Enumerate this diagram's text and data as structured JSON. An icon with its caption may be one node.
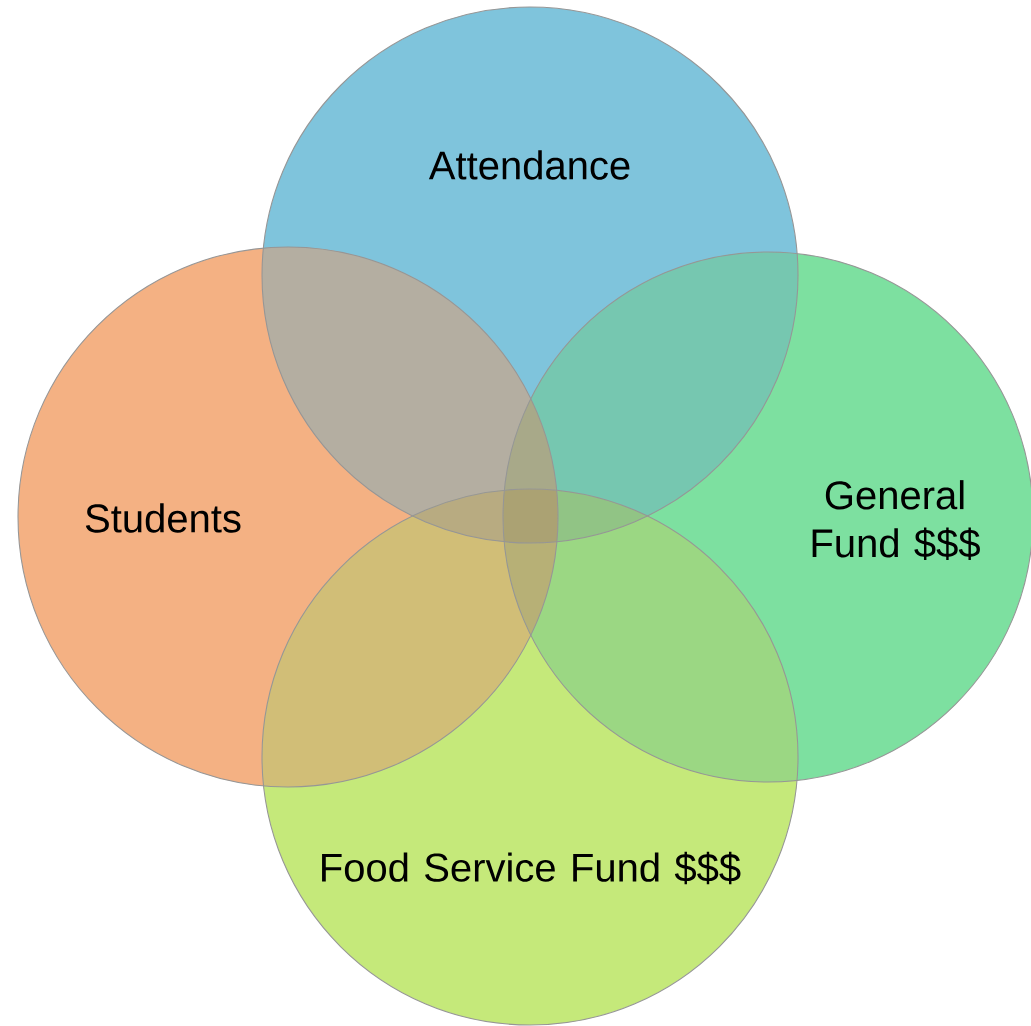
{
  "diagram": {
    "nodes": [
      {
        "text": [
          "Attendance"
        ]
      },
      {
        "text": [
          "Students"
        ]
      },
      {
        "text": [
          "General Fund $$$"
        ]
      },
      {
        "text": [
          "Food Service Fund $$$"
        ]
      }
    ]
  }
}
